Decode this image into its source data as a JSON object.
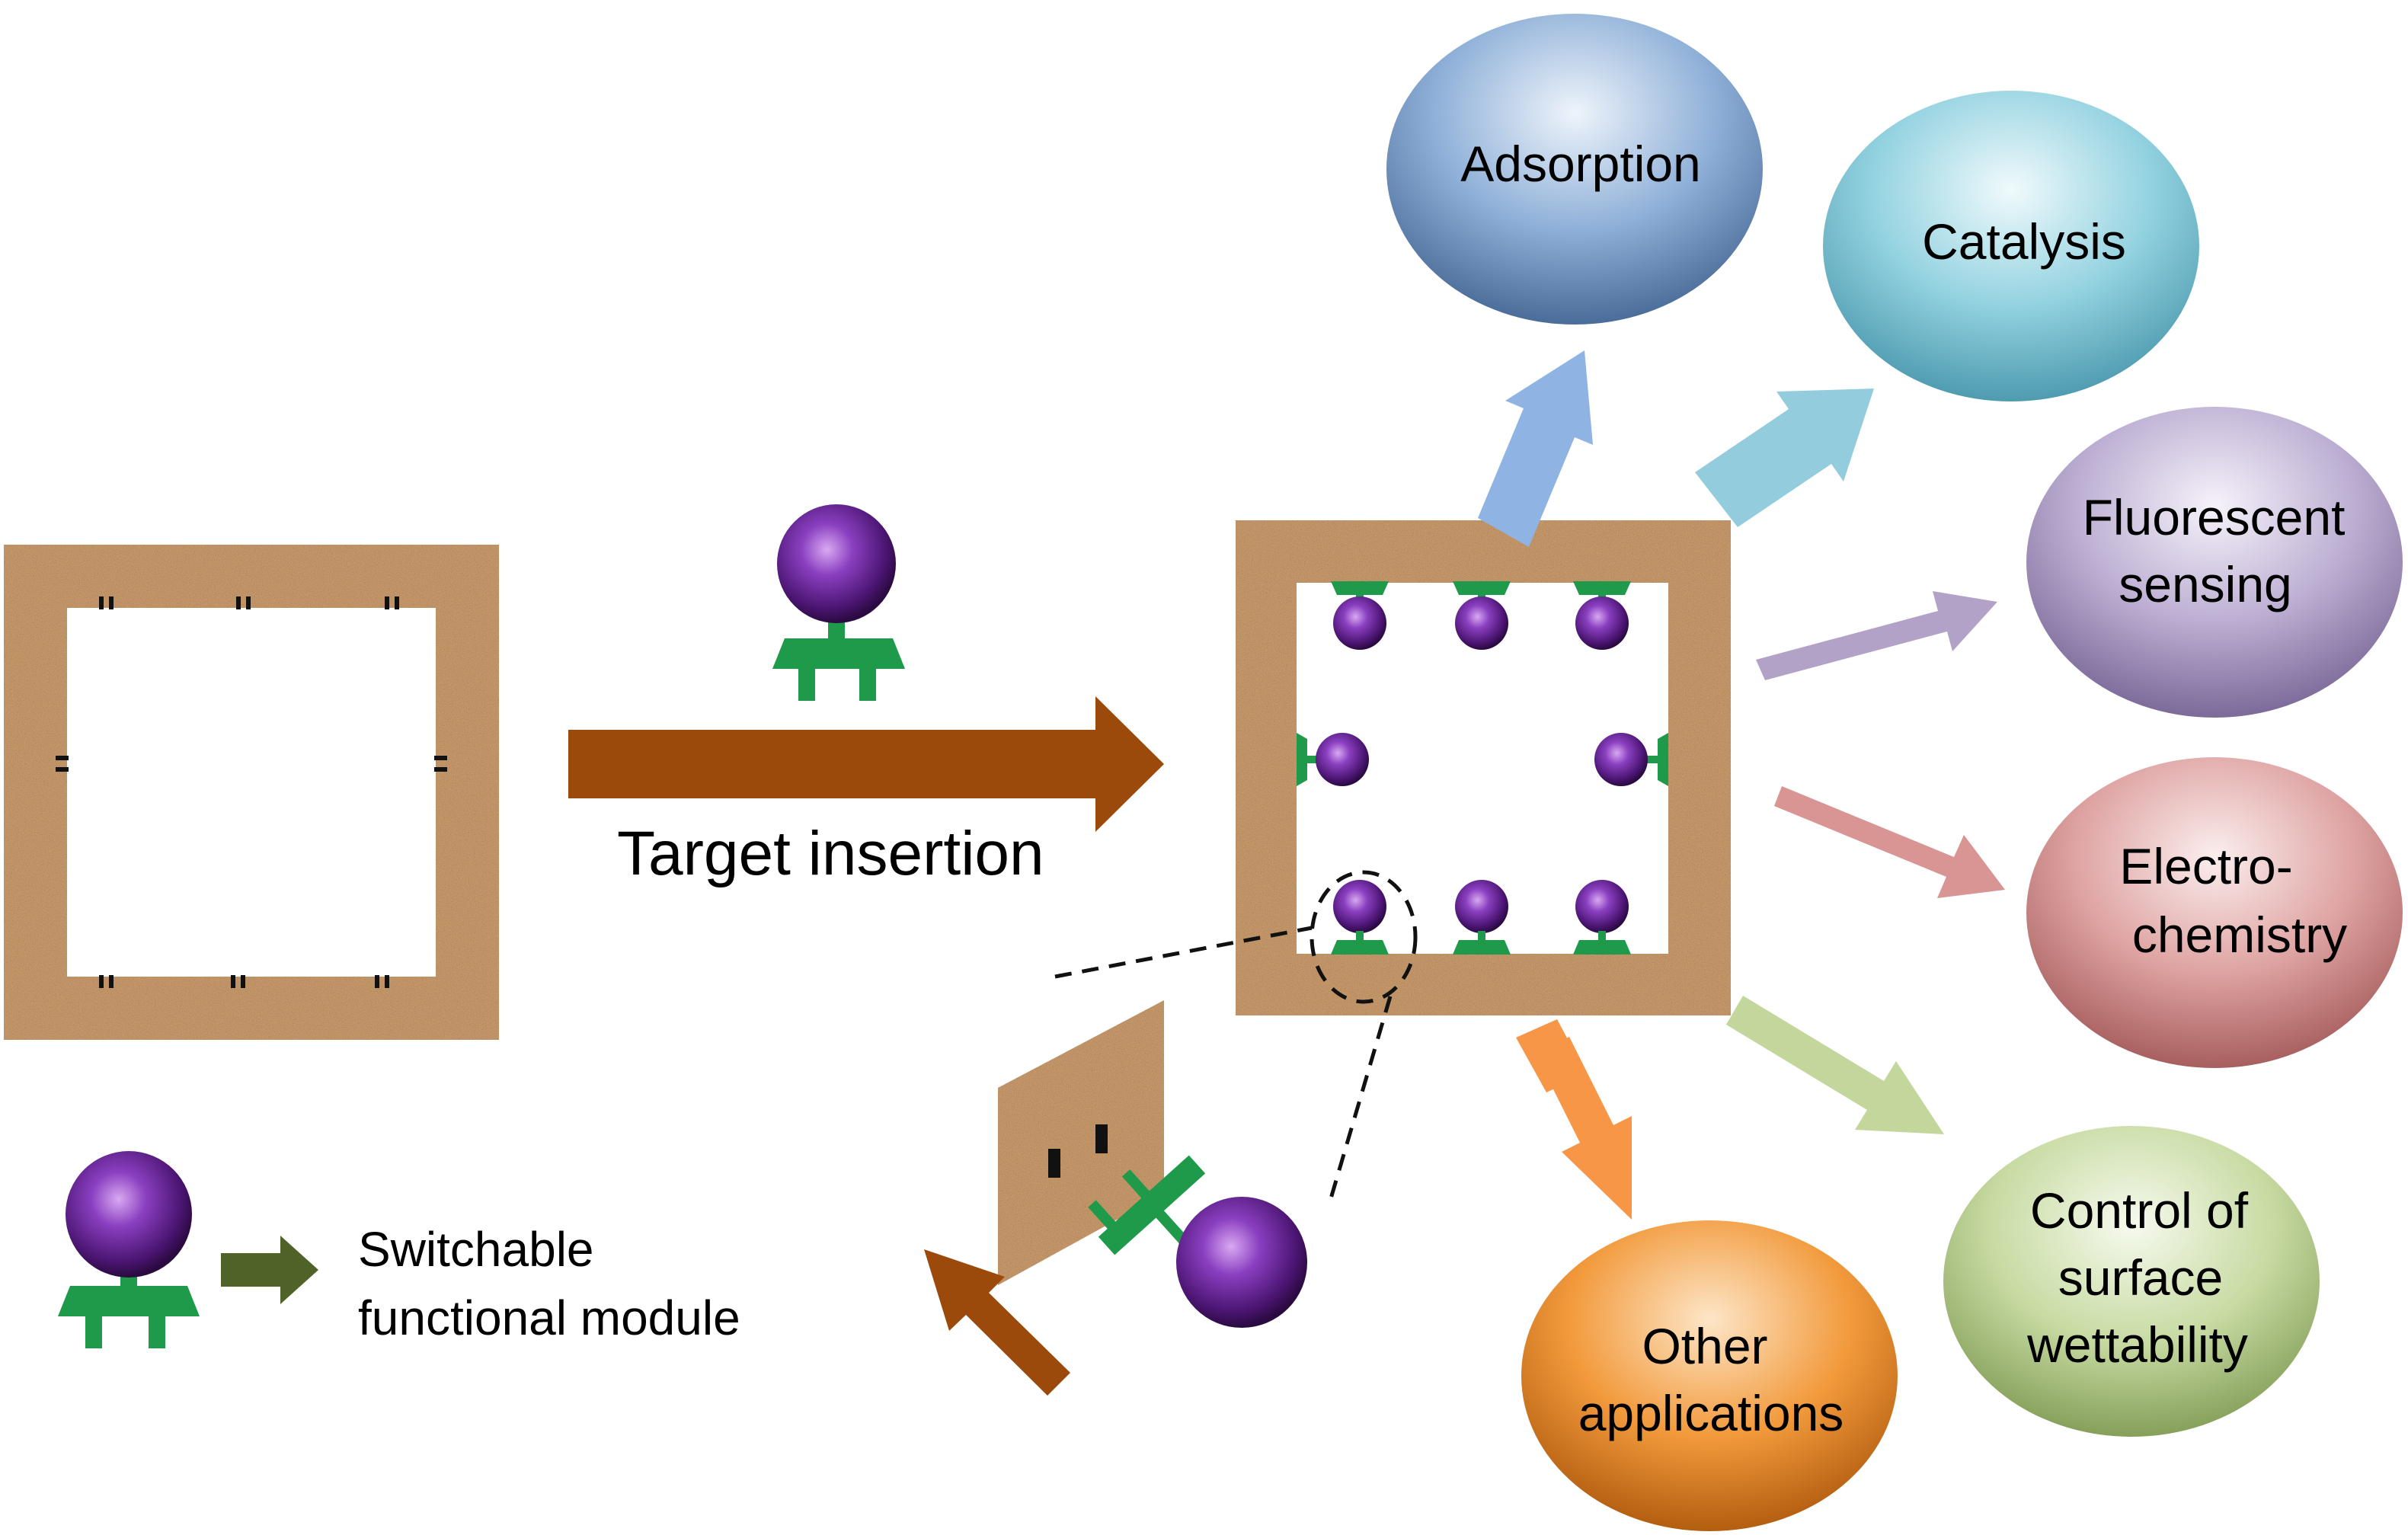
{
  "labels": {
    "target_insertion": "Target insertion",
    "legend_line1": "Switchable",
    "legend_line2": "functional module"
  },
  "applications": [
    {
      "id": "adsorption",
      "lines": [
        "Adsorption"
      ],
      "color": "#6f93c2",
      "arrow_color": "#8fb4e3"
    },
    {
      "id": "catalysis",
      "lines": [
        "Catalysis"
      ],
      "color": "#7cc7d8",
      "arrow_color": "#93cddd"
    },
    {
      "id": "fluorescent-sensing",
      "lines": [
        "Fluorescent",
        "sensing"
      ],
      "color": "#b3a2c7",
      "arrow_color": "#b3a2c7"
    },
    {
      "id": "electrochemistry",
      "lines": [
        "Electro-",
        "chemistry"
      ],
      "color": "#d99594",
      "arrow_color": "#d99594"
    },
    {
      "id": "surface-wettability",
      "lines": [
        "Control of",
        "surface",
        "wettability"
      ],
      "color": "#c3d69b",
      "arrow_color": "#c3d69b"
    },
    {
      "id": "other-applications",
      "lines": [
        "Other",
        "applications"
      ],
      "color": "#f29a3c",
      "arrow_color": "#f79646"
    }
  ],
  "colors": {
    "insertion_arrow": "#9c4a0c",
    "legend_arrow": "#4f6228",
    "module_green": "#1f9a4a",
    "module_purple": "#6a2c9a",
    "frame": "#c4976a"
  }
}
